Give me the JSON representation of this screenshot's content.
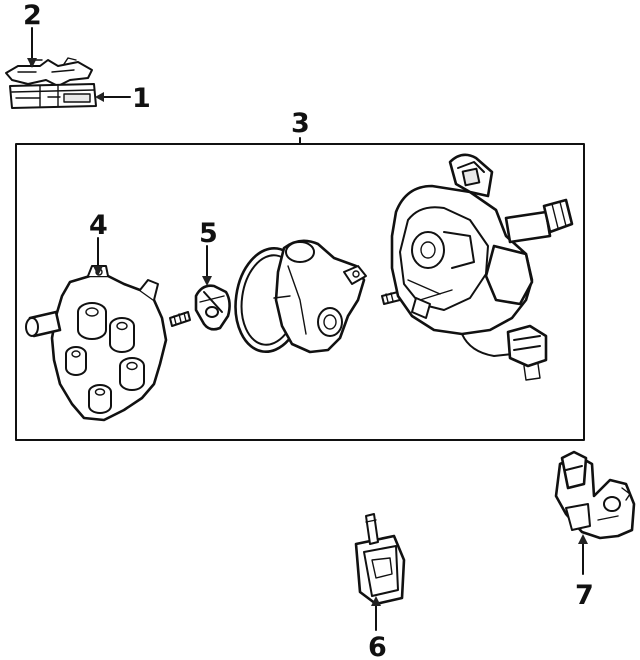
{
  "diagram": {
    "callouts": [
      {
        "id": "c1",
        "label": "1"
      },
      {
        "id": "c2",
        "label": "2"
      },
      {
        "id": "c3",
        "label": "3"
      },
      {
        "id": "c4",
        "label": "4"
      },
      {
        "id": "c5",
        "label": "5"
      },
      {
        "id": "c6",
        "label": "6"
      },
      {
        "id": "c7",
        "label": "7"
      }
    ],
    "colors": {
      "line": "#111111",
      "background": "#ffffff"
    }
  }
}
